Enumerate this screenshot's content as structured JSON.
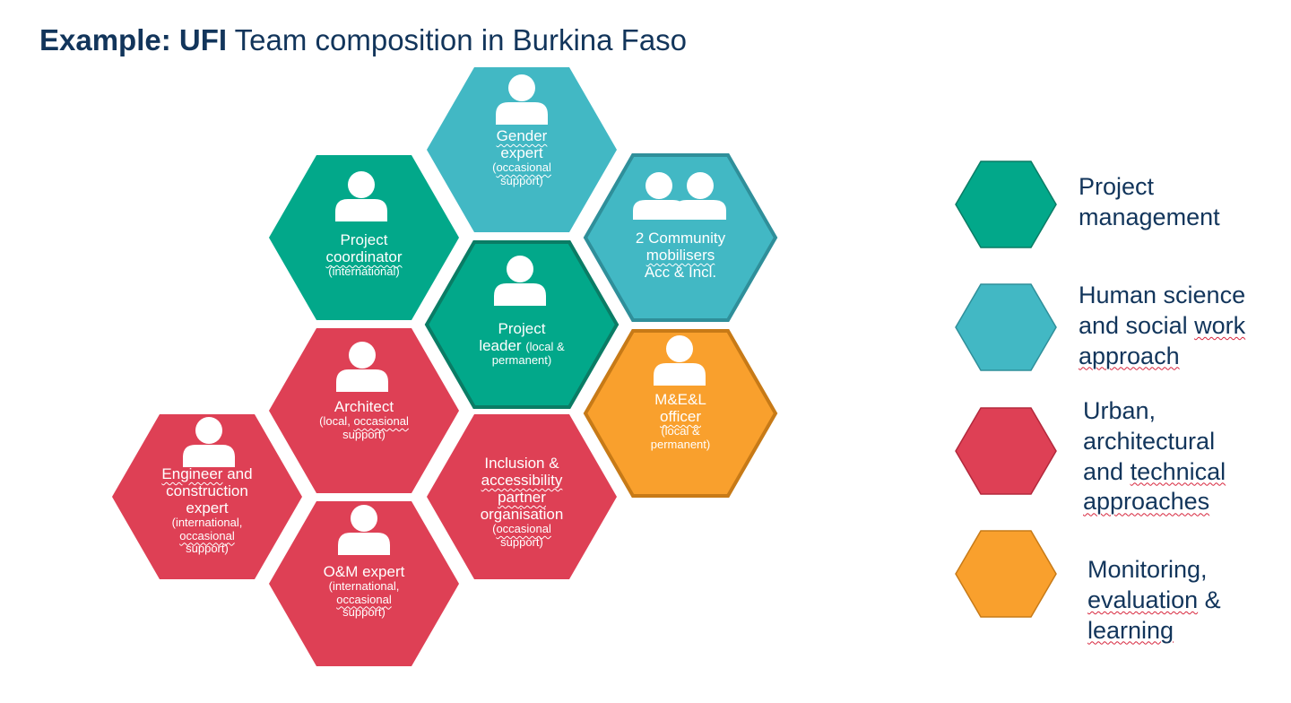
{
  "title": {
    "bold": "Example: UFI",
    "rest": "Team composition in Burkina Faso"
  },
  "colors": {
    "project_management": "#02a88a",
    "human_science": "#42b8c4",
    "urban": "#de4055",
    "monitoring": "#f9a02d",
    "text": "#12355b"
  },
  "roles": {
    "gender": {
      "line1": "Gender",
      "line2": "expert",
      "sub1": "(occasional",
      "sub2": "support)"
    },
    "coordinator": {
      "line1": "Project",
      "line2": "coordinator",
      "sub1": "(international)"
    },
    "mobilisers": {
      "line1": "2 Community",
      "line2": "mobilisers",
      "line3": "Acc & Incl."
    },
    "leader": {
      "line1": "Project",
      "line2": "leader",
      "inline": "(local &",
      "sub2": "permanent)"
    },
    "architect": {
      "line1": "Architect",
      "sub1a": "(local,",
      "sub1b": "occasional",
      "sub2": "support)"
    },
    "mel": {
      "line1": "M&E&L",
      "line2": "officer",
      "sub1": "(local &",
      "sub2": "permanent)"
    },
    "engineer": {
      "line1a": "Engineer",
      "line1b": "and",
      "line2": "construction",
      "line3": "expert",
      "sub1": "(international,",
      "sub2": "occasional",
      "sub3": "support)"
    },
    "inclusion": {
      "line1": "Inclusion &",
      "line2": "accessibility",
      "line3": "partner",
      "line4": "organisation",
      "sub1": "(occasional",
      "sub2": "support)"
    },
    "om": {
      "line1": "O&M expert",
      "sub1": "(international,",
      "sub2": "occasional",
      "sub3": "support)"
    }
  },
  "legend": {
    "project_management": {
      "line1": "Project",
      "line2": "management"
    },
    "human_science": {
      "line1": "Human science",
      "line2a": "and social",
      "line2b": "work",
      "line3": "approach"
    },
    "urban": {
      "line1": "Urban,",
      "line2": "architectural",
      "line3a": "and",
      "line3b": "technical",
      "line4": "approaches"
    },
    "monitoring": {
      "line1": "Monitoring,",
      "line2a": "evaluation",
      "line2b": "&",
      "line3": "learning"
    }
  }
}
